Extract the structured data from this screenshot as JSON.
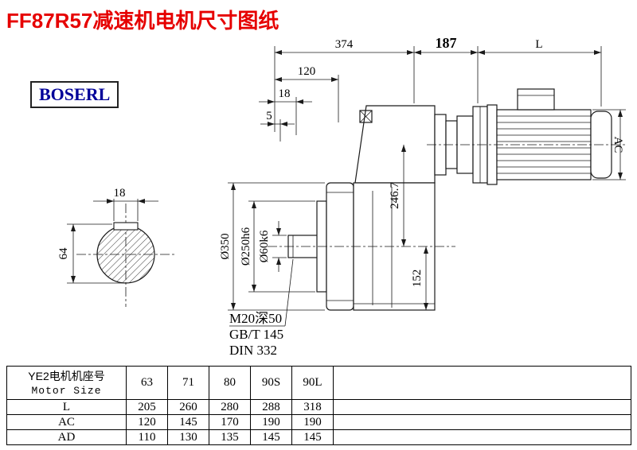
{
  "page": {
    "title": "FF87R57减速机电机尺寸图纸",
    "brand": "BOSERL"
  },
  "colors": {
    "title": "#e60000",
    "brand_text": "#000099"
  },
  "drawing": {
    "dimensions": {
      "total_length": "374",
      "adapter_length": "187",
      "motor_length": "L",
      "dim_120": "120",
      "dim_18": "18",
      "dim_5": "5",
      "motor_ac": "AC",
      "key_width": "18",
      "section_height": "64",
      "flange_dia": "Ø350",
      "spigot_dia": "Ø250h6",
      "shaft_dia": "Ø60k6",
      "center_height": "246.7",
      "lower_height": "152"
    },
    "notes": {
      "tap": "M20深50",
      "std1": "GB/T 145",
      "std2": "DIN 332"
    }
  },
  "table": {
    "header": {
      "line1": "YE2电机机座号",
      "line2": "Motor Size"
    },
    "columns": [
      "63",
      "71",
      "80",
      "90S",
      "90L"
    ],
    "rows": [
      {
        "label": "L",
        "values": [
          "205",
          "260",
          "280",
          "288",
          "318"
        ]
      },
      {
        "label": "AC",
        "values": [
          "120",
          "145",
          "170",
          "190",
          "190"
        ]
      },
      {
        "label": "AD",
        "values": [
          "110",
          "130",
          "135",
          "145",
          "145"
        ]
      }
    ]
  }
}
